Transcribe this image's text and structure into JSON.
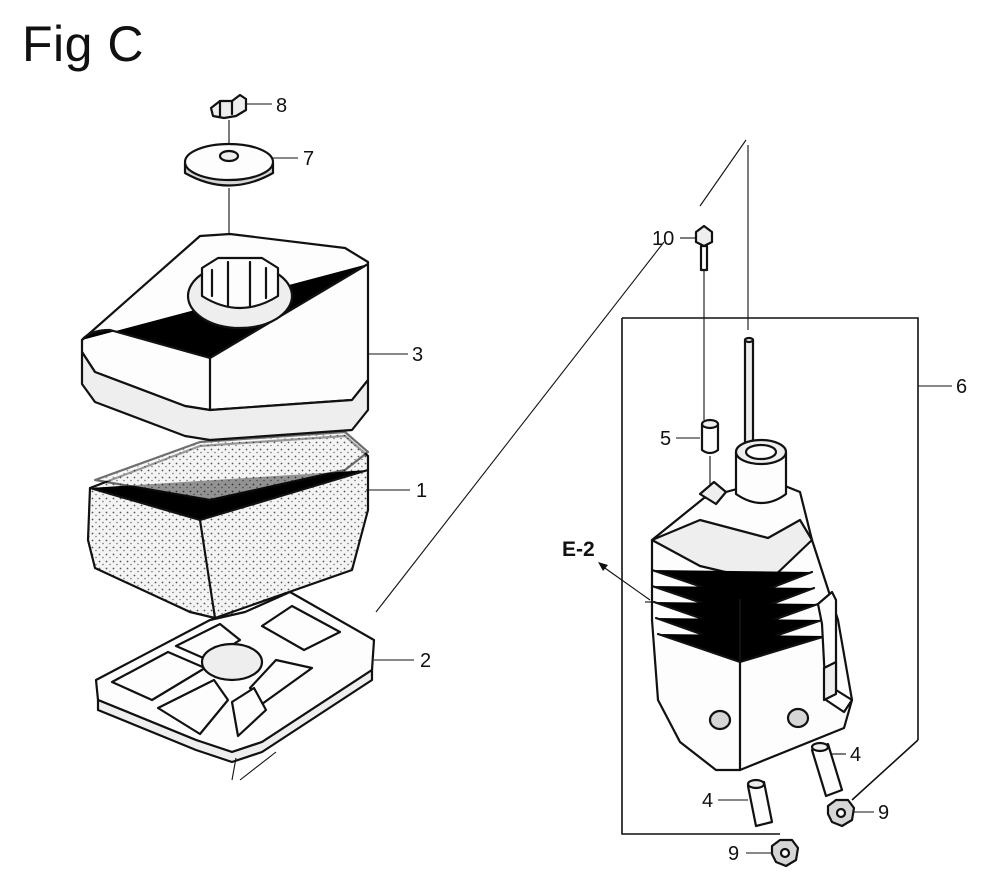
{
  "figure": {
    "title": "Fig C"
  },
  "callouts": {
    "c1": "1",
    "c2": "2",
    "c3": "3",
    "c4a": "4",
    "c4b": "4",
    "c5": "5",
    "c6": "6",
    "c7": "7",
    "c8": "8",
    "c9a": "9",
    "c9b": "9",
    "c10": "10",
    "ref": "E-2"
  }
}
